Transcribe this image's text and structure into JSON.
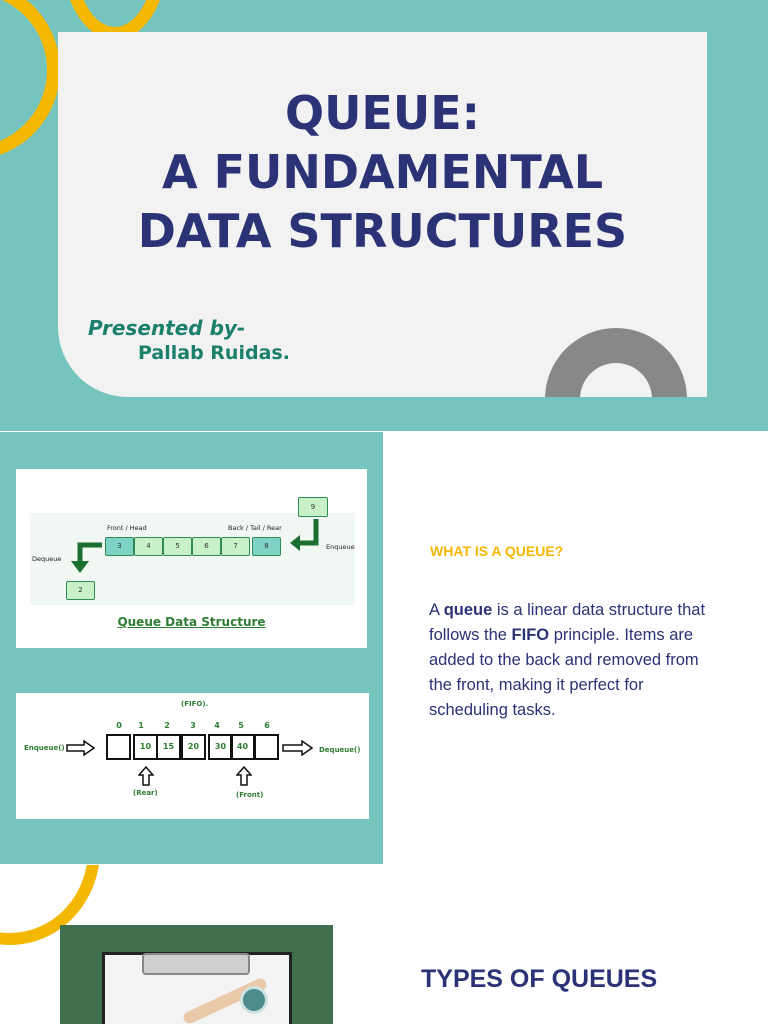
{
  "slide1": {
    "title_lines": [
      "QUEUE:",
      "A FUNDAMENTAL",
      "DATA STRUCTURES"
    ],
    "presented_by": "Presented by-",
    "presenter": "Pallab Ruidas."
  },
  "slide2": {
    "diagram1": {
      "front_label": "Front / Head",
      "back_label": "Back / Tail / Rear",
      "enqueue_label": "Enqueue",
      "dequeue_label": "Dequeue",
      "queue_values": [
        "3",
        "4",
        "5",
        "6",
        "7",
        "8"
      ],
      "incoming_value": "9",
      "outgoing_value": "2",
      "caption": "Queue Data Structure"
    },
    "diagram2": {
      "top_label": "(FIFO).",
      "indices": [
        "0",
        "1",
        "2",
        "3",
        "4",
        "5",
        "6"
      ],
      "cells": [
        "",
        "10",
        "15",
        "20",
        "30",
        "40",
        ""
      ],
      "enqueue_label": "Enqueue()",
      "dequeue_label": "Dequeue()",
      "rear_label": "(Rear)",
      "front_label": "(Front)"
    },
    "heading": "WHAT IS A QUEUE?",
    "text_a": "A ",
    "text_queue": "queue",
    "text_b": " is a linear data structure that follows the ",
    "text_fifo": "FIFO",
    "text_c": " principle. Items are added to the back and removed from the front, making it perfect for scheduling tasks."
  },
  "slide3": {
    "title": "TYPES OF QUEUES"
  },
  "colors": {
    "teal": "#75c4be",
    "navy": "#2b3275",
    "yellow": "#f5b800",
    "green_text": "#1a7f6b",
    "gray_arch": "#888888"
  }
}
